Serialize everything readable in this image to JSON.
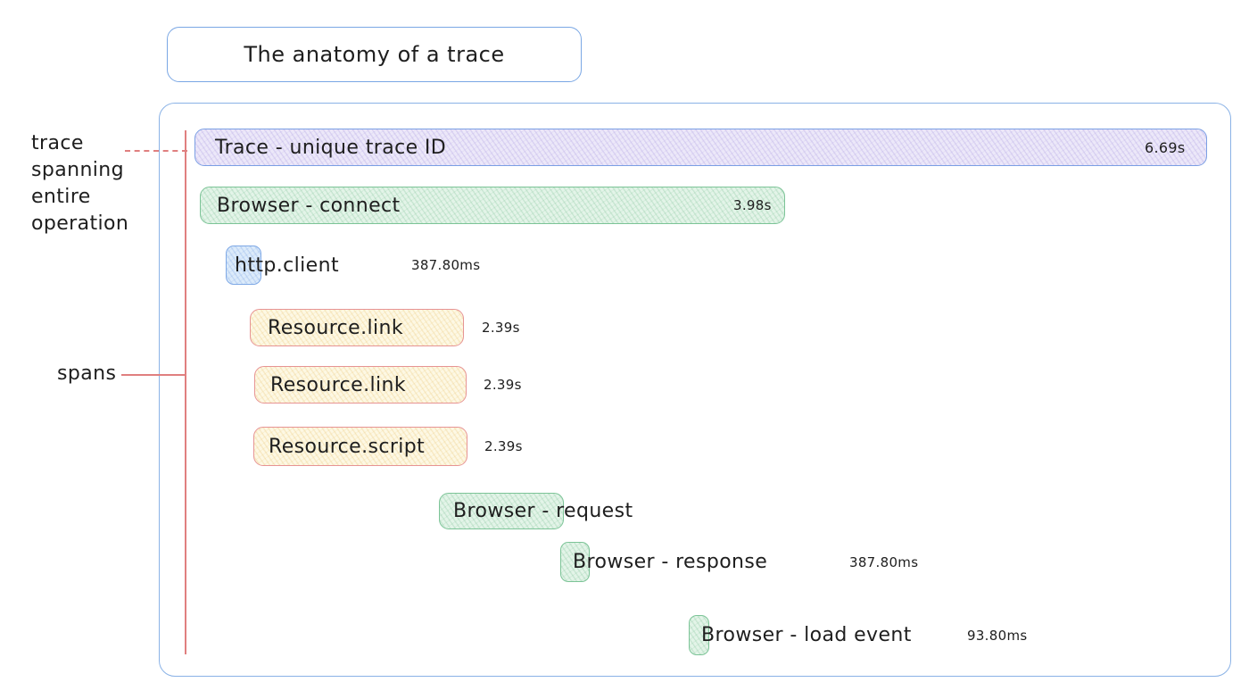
{
  "title": "The anatomy of a trace",
  "annotations": {
    "trace_note": {
      "lines": [
        "trace",
        "spanning",
        "entire",
        "operation"
      ]
    },
    "spans_note": "spans"
  },
  "spans": [
    {
      "label": "Trace - unique trace ID",
      "duration": "6.69s",
      "kind": "trace",
      "duration_position": "inside-right"
    },
    {
      "label": "Browser - connect",
      "duration": "3.98s",
      "kind": "browser",
      "duration_position": "inside-right"
    },
    {
      "label": "http.client",
      "duration": "387.80ms",
      "kind": "http",
      "duration_position": "outside-right"
    },
    {
      "label": "Resource.link",
      "duration": "2.39s",
      "kind": "resource",
      "duration_position": "outside-right"
    },
    {
      "label": "Resource.link",
      "duration": "2.39s",
      "kind": "resource",
      "duration_position": "outside-right"
    },
    {
      "label": "Resource.script",
      "duration": "2.39s",
      "kind": "resource",
      "duration_position": "outside-right"
    },
    {
      "label": "Browser - request",
      "duration": "",
      "kind": "browser",
      "duration_position": "none"
    },
    {
      "label": "Browser - response",
      "duration": "387.80ms",
      "kind": "browser",
      "duration_position": "outside-right"
    },
    {
      "label": "Browser - load event",
      "duration": "93.80ms",
      "kind": "browser",
      "duration_position": "outside-right"
    }
  ],
  "colors": {
    "trace_fill": "#ece8f9",
    "trace_border": "#7b9fe4",
    "browser_fill": "#e3f4e8",
    "browser_border": "#7cc497",
    "http_fill": "#dcebfa",
    "http_border": "#7fa9e6",
    "resource_fill": "#fdf8e4",
    "resource_border": "#e79494",
    "annotation_red": "#e07f7f",
    "frame_blue": "#8ab2e6",
    "text": "#1e1e1e"
  }
}
